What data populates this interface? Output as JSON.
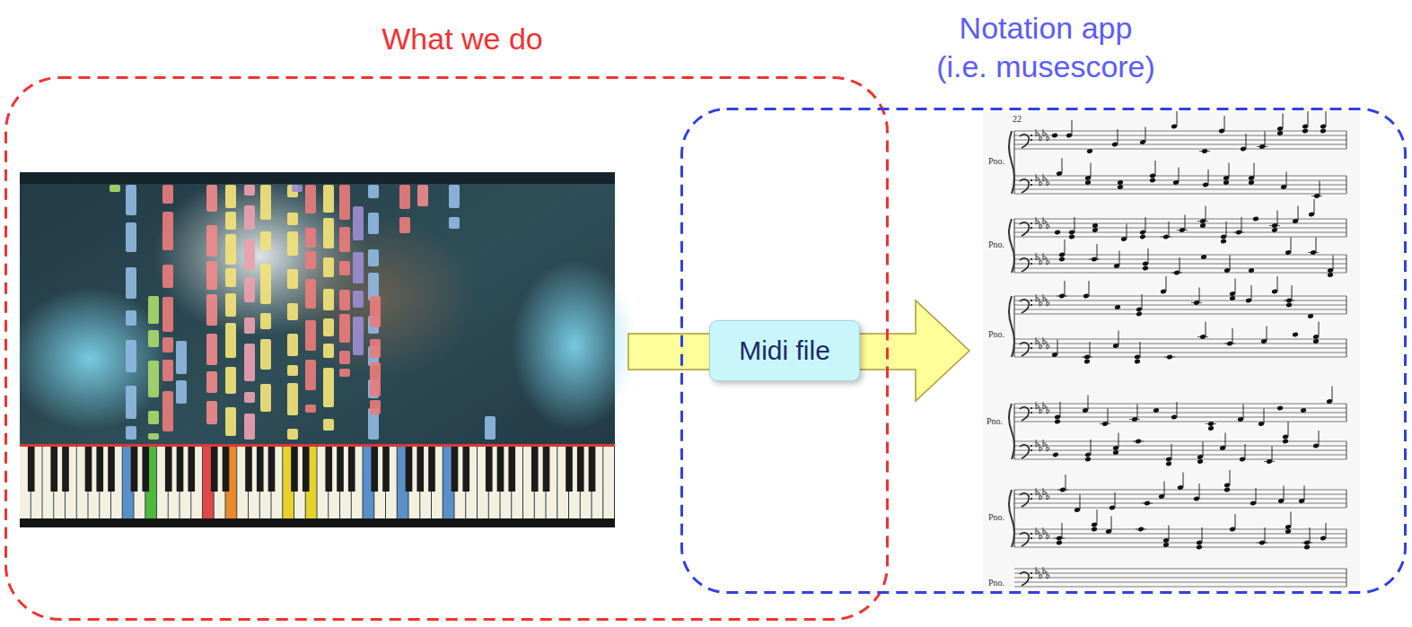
{
  "diagram": {
    "nodes": [
      {
        "text": [
          "What we do"
        ]
      },
      {
        "text": [
          "Notation app (i.e. musescore)"
        ]
      },
      {
        "text": [
          "Midi file"
        ],
        "in": 1
      }
    ],
    "labels": [
      "22",
      "Pno.",
      "Pno.",
      "Pno.",
      "Pno.",
      "Pno.",
      "Pno."
    ]
  }
}
